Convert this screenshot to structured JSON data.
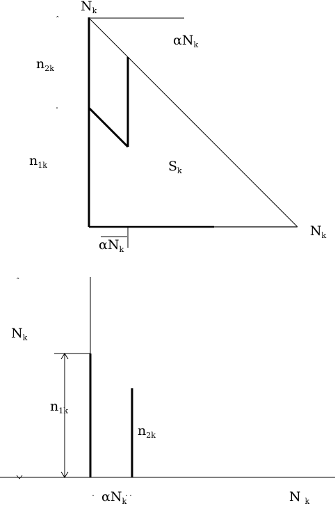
{
  "top_diagram": {
    "label_top_n": {
      "base": "N",
      "sub": "k"
    },
    "label_alpha_top": {
      "base": "αN",
      "sub": "k"
    },
    "label_n2": {
      "base": "n",
      "sub": "2k"
    },
    "label_n1": {
      "base": "n",
      "sub": "1k"
    },
    "label_area": {
      "base": "S",
      "sub": "k"
    },
    "label_right_n": {
      "base": "N",
      "sub": "k"
    },
    "label_alpha_bottom": {
      "base": "αN",
      "sub": "k"
    }
  },
  "bottom_diagram": {
    "label_n": {
      "base": "N",
      "sub": "k"
    },
    "label_n1": {
      "base": "n",
      "sub": "1k"
    },
    "label_n2": {
      "base": "n",
      "sub": "2k"
    },
    "label_alpha": {
      "base": "αN",
      "sub": "k"
    },
    "label_axis_n": {
      "base": "N ",
      "sub": "k"
    }
  }
}
